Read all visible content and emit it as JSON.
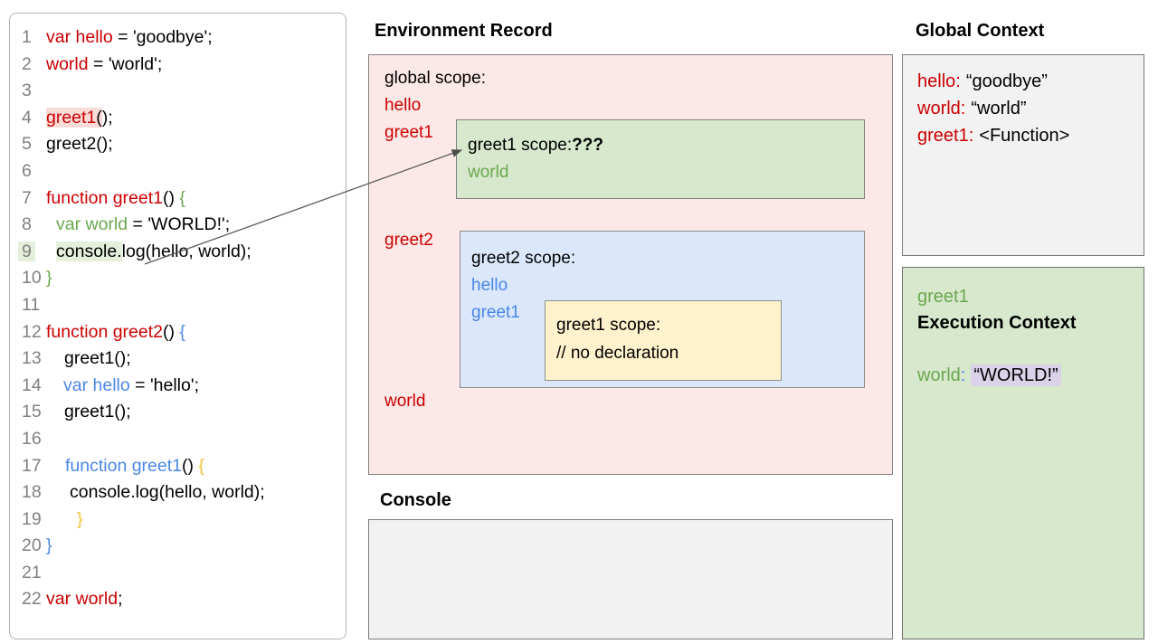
{
  "colors": {
    "code_red": "#cc0000",
    "code_green": "#6aa84f",
    "code_blue": "#4a86e8",
    "code_yellow": "#f1c232",
    "line_number_gray": "#808080",
    "global_scope_fill": "#fce9e7",
    "greet1_scope_fill": "#d7e8cd",
    "greet2_scope_fill": "#dbe8fb",
    "inner_greet1_scope_fill": "#fff2cc",
    "console_fill": "#f2f2f2",
    "global_context_fill": "#f2f2f2",
    "execution_context_fill": "#d7e8cd",
    "highlight_pink": "#f9dbd8",
    "highlight_green": "#e4efdc",
    "highlight_lavender": "#d9d2e9"
  },
  "code_panel": {
    "lines": [
      {
        "n": 1,
        "indent": 0,
        "segments": [
          {
            "t": "var hello",
            "c": "red"
          },
          {
            "t": " = 'goodbye';",
            "c": "blk"
          }
        ]
      },
      {
        "n": 2,
        "indent": 0,
        "segments": [
          {
            "t": "world",
            "c": "red"
          },
          {
            "t": " = 'world';",
            "c": "blk"
          }
        ]
      },
      {
        "n": 3,
        "indent": 0,
        "segments": []
      },
      {
        "n": 4,
        "indent": 0,
        "segments": [
          {
            "t": "greet1",
            "c": "red",
            "hl": "pink"
          },
          {
            "t": "(",
            "c": "blk",
            "hl": "pink"
          },
          {
            "t": ");",
            "c": "blk"
          }
        ]
      },
      {
        "n": 5,
        "indent": 0,
        "segments": [
          {
            "t": "greet2();",
            "c": "blk"
          }
        ]
      },
      {
        "n": 6,
        "indent": 0,
        "segments": []
      },
      {
        "n": 7,
        "indent": 0,
        "segments": [
          {
            "t": "function greet1",
            "c": "red"
          },
          {
            "t": "() ",
            "c": "blk"
          },
          {
            "t": "{",
            "c": "green"
          }
        ]
      },
      {
        "n": 8,
        "indent": 11,
        "segments": [
          {
            "t": "var world",
            "c": "green"
          },
          {
            "t": " = 'WORLD!';",
            "c": "blk"
          }
        ]
      },
      {
        "n": 9,
        "indent": 11,
        "num_hl": true,
        "segments": [
          {
            "t": "console.",
            "c": "blk",
            "hl": "green"
          },
          {
            "t": "log(hello, world);",
            "c": "blk"
          }
        ]
      },
      {
        "n": 10,
        "indent": 0,
        "segments": [
          {
            "t": "}",
            "c": "green"
          }
        ]
      },
      {
        "n": 11,
        "indent": 0,
        "segments": []
      },
      {
        "n": 12,
        "indent": 0,
        "segments": [
          {
            "t": "function greet2",
            "c": "red"
          },
          {
            "t": "() ",
            "c": "blk"
          },
          {
            "t": "{",
            "c": "blue"
          }
        ]
      },
      {
        "n": 13,
        "indent": 20,
        "segments": [
          {
            "t": "greet1();",
            "c": "blk"
          }
        ]
      },
      {
        "n": 14,
        "indent": 19,
        "segments": [
          {
            "t": "var hello",
            "c": "blue"
          },
          {
            "t": " = 'hello';",
            "c": "blk"
          }
        ]
      },
      {
        "n": 15,
        "indent": 20,
        "segments": [
          {
            "t": "greet1();",
            "c": "blk"
          }
        ]
      },
      {
        "n": 16,
        "indent": 0,
        "segments": []
      },
      {
        "n": 17,
        "indent": 21,
        "segments": [
          {
            "t": "function greet1",
            "c": "blue"
          },
          {
            "t": "() ",
            "c": "blk"
          },
          {
            "t": "{",
            "c": "yellow"
          }
        ]
      },
      {
        "n": 18,
        "indent": 26,
        "segments": [
          {
            "t": "console.log(hello, world);",
            "c": "blk"
          }
        ]
      },
      {
        "n": 19,
        "indent": 34,
        "segments": [
          {
            "t": "}",
            "c": "yellow"
          }
        ]
      },
      {
        "n": 20,
        "indent": 0,
        "segments": [
          {
            "t": "}",
            "c": "blue"
          }
        ]
      },
      {
        "n": 21,
        "indent": 0,
        "segments": []
      },
      {
        "n": 22,
        "indent": 0,
        "segments": [
          {
            "t": "var world",
            "c": "red"
          },
          {
            "t": ";",
            "c": "blk"
          }
        ]
      }
    ]
  },
  "environment_record": {
    "title": "Environment Record",
    "global_scope_label": "global scope:",
    "global_items": [
      "hello",
      "greet1",
      "greet2",
      "world"
    ],
    "greet1_scope": {
      "label": "greet1 scope:",
      "emphasis": "???",
      "items": [
        "world"
      ]
    },
    "greet2_scope": {
      "label": "greet2 scope:",
      "items": [
        "hello",
        "greet1"
      ],
      "inner_greet1_scope": {
        "label": "greet1 scope:",
        "comment": "// no declaration"
      }
    }
  },
  "console_panel": {
    "title": "Console"
  },
  "global_context": {
    "title": "Global Context",
    "entries": [
      {
        "key": "hello:",
        "value": "“goodbye”"
      },
      {
        "key": "world:",
        "value": "“world”"
      },
      {
        "key": "greet1:",
        "value": "<Function>"
      }
    ]
  },
  "execution_context": {
    "function_name": "greet1",
    "title": "Execution Context",
    "entry": {
      "key": "world",
      "colon": ":",
      "value": "“WORLD!”"
    }
  }
}
